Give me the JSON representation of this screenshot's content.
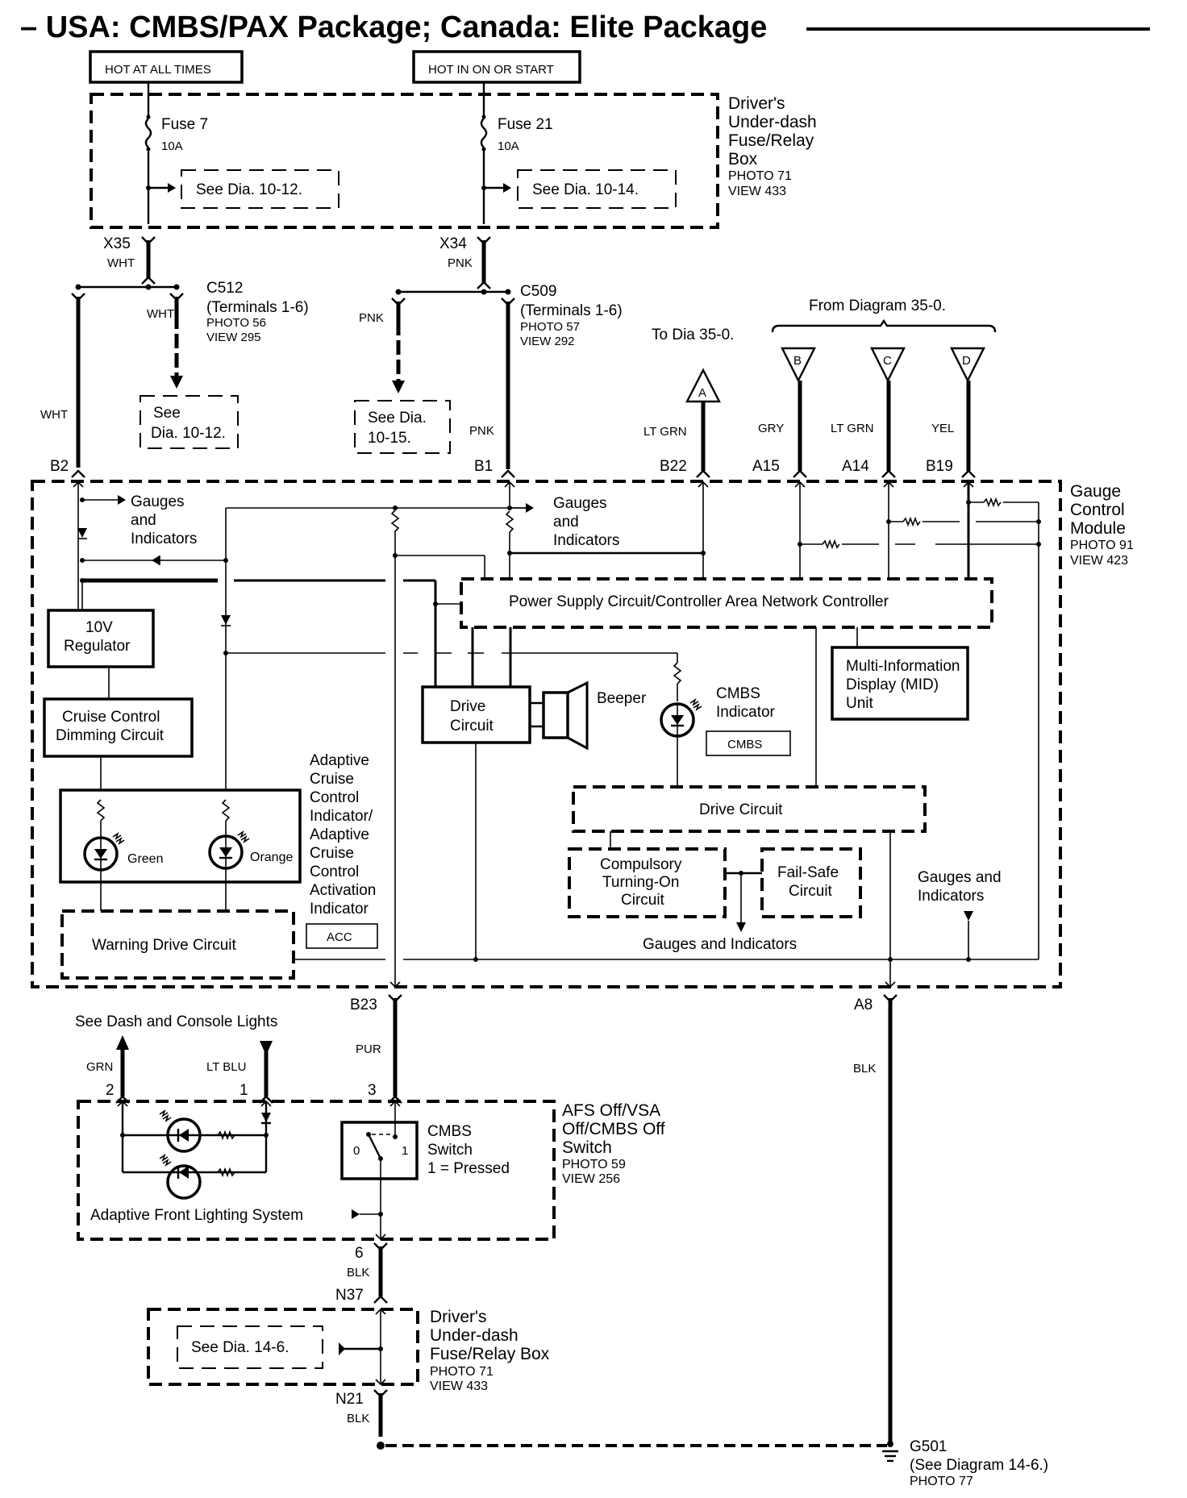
{
  "title": "– USA: CMBS/PAX Package; Canada: Elite Package",
  "power_sources": {
    "hot_at_all_times": "HOT AT ALL TIMES",
    "hot_in_on_or_start": "HOT IN ON OR START"
  },
  "fuse_box": {
    "name_lines": [
      "Driver's",
      "Under-dash",
      "Fuse/Relay",
      "Box"
    ],
    "photo": "PHOTO 71",
    "view": "VIEW 433",
    "fuses": [
      {
        "name": "Fuse 7",
        "rating": "10A",
        "see": "See Dia. 10-12.",
        "terminal": "X35",
        "wire": "WHT"
      },
      {
        "name": "Fuse 21",
        "rating": "10A",
        "see": "See Dia. 10-14.",
        "terminal": "X34",
        "wire": "PNK"
      }
    ]
  },
  "connectors": {
    "c512": {
      "name": "C512",
      "terms": "(Terminals 1-6)",
      "photo": "PHOTO 56",
      "view": "VIEW 295",
      "wire_branch": "WHT",
      "wire_main": "WHT",
      "see_lines": [
        "See",
        "Dia. 10-12."
      ]
    },
    "c509": {
      "name": "C509",
      "terms": "(Terminals 1-6)",
      "photo": "PHOTO 57",
      "view": "VIEW 292",
      "wire_branch": "PNK",
      "wire_main": "PNK",
      "see_lines": [
        "See Dia.",
        "10-15."
      ]
    }
  },
  "external": {
    "to_dia": "To Dia 35-0.",
    "from_dia": "From Diagram 35-0.",
    "refs": [
      {
        "letter": "A",
        "wire": "LT GRN",
        "pin": "B22"
      },
      {
        "letter": "B",
        "wire": "GRY",
        "pin": "A15"
      },
      {
        "letter": "C",
        "wire": "LT GRN",
        "pin": "A14"
      },
      {
        "letter": "D",
        "wire": "YEL",
        "pin": "B19"
      }
    ]
  },
  "gauge_module": {
    "name_lines": [
      "Gauge",
      "Control",
      "Module"
    ],
    "photo": "PHOTO 91",
    "view": "VIEW 423",
    "pins": {
      "b2": "B2",
      "b1": "B1",
      "b23": "B23",
      "a8": "A8"
    },
    "gauges_lines": [
      "Gauges",
      "and",
      "Indicators"
    ],
    "regulator_lines": [
      "10V",
      "Regulator"
    ],
    "dimming_lines": [
      "Cruise Control",
      "Dimming Circuit"
    ],
    "psu_can": "Power Supply Circuit/Controller Area Network Controller",
    "mid_lines": [
      "Multi-Information",
      "Display (MID)",
      "Unit"
    ],
    "drive_circuit_lines": [
      "Drive",
      "Circuit"
    ],
    "beeper": "Beeper",
    "cmbs_indicator_lines": [
      "CMBS",
      "Indicator"
    ],
    "cmbs_badge": "CMBS",
    "drive_circuit2": "Drive Circuit",
    "compulsory_lines": [
      "Compulsory",
      "Turning-On",
      "Circuit"
    ],
    "failsafe_lines": [
      "Fail-Safe",
      "Circuit"
    ],
    "gauges_bottom": "Gauges and Indicators",
    "gauges_right_lines": [
      "Gauges and",
      "Indicators"
    ],
    "led_green": "Green",
    "led_orange": "Orange",
    "acc_label_lines": [
      "Adaptive",
      "Cruise",
      "Control",
      "Indicator/",
      "Adaptive",
      "Cruise",
      "Control",
      "Activation",
      "Indicator"
    ],
    "acc_badge": "ACC",
    "warning_drive": "Warning Drive Circuit"
  },
  "lower": {
    "see_dash": "See Dash and Console Lights",
    "wire_b23": "PUR",
    "wire_a8": "BLK",
    "pins": [
      {
        "pin": "2",
        "wire": "GRN"
      },
      {
        "pin": "1",
        "wire": "LT BLU"
      },
      {
        "pin": "3",
        "wire": "PUR"
      }
    ]
  },
  "switch": {
    "name_lines": [
      "AFS Off/VSA",
      "Off/CMBS Off",
      "Switch"
    ],
    "photo": "PHOTO 59",
    "view": "VIEW 256",
    "cmbs_lines": [
      "CMBS",
      "Switch",
      "1 = Pressed"
    ],
    "pos0": "0",
    "pos1": "1",
    "afs": "Adaptive Front Lighting System",
    "out_pin": "6",
    "out_wire": "BLK"
  },
  "fuse_box2": {
    "in_pin": "N37",
    "out_pin": "N21",
    "out_wire": "BLK",
    "see": "See Dia. 14-6.",
    "name_lines": [
      "Driver's",
      "Under-dash",
      "Fuse/Relay Box"
    ],
    "photo": "PHOTO 71",
    "view": "VIEW 433"
  },
  "ground": {
    "name": "G501",
    "see": "(See Diagram 14-6.)",
    "photo": "PHOTO 77"
  }
}
